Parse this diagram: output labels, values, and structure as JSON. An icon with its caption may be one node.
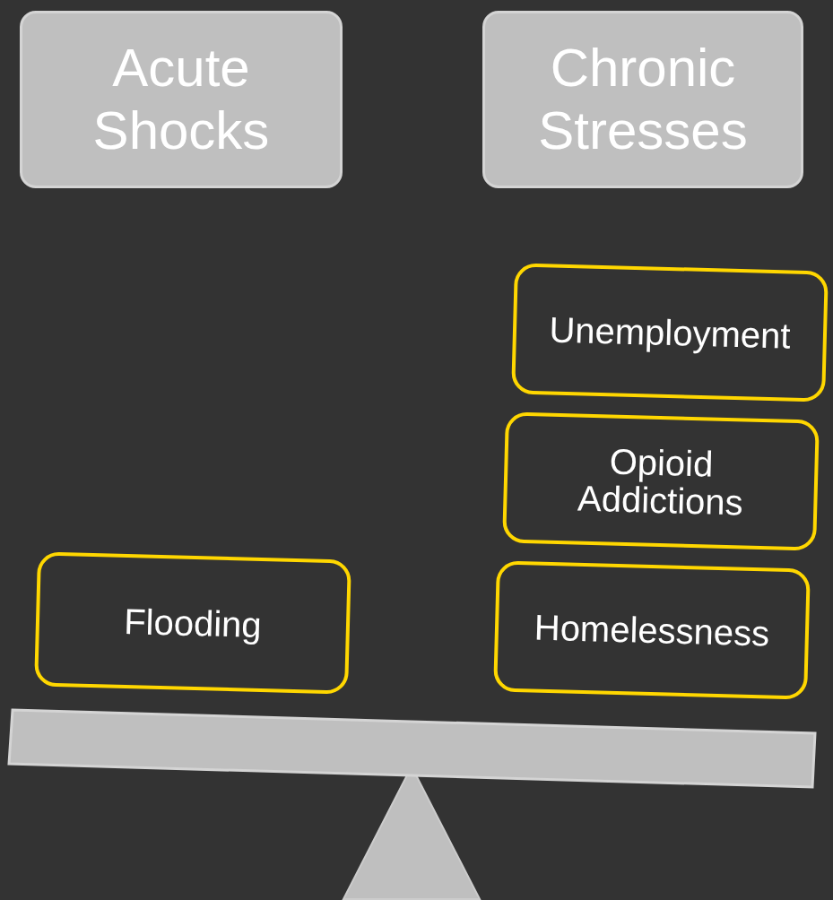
{
  "diagram": {
    "nodes": [
      {
        "text": [
          "Acute Shocks"
        ]
      },
      {
        "text": [
          "Chronic Stresses"
        ]
      },
      {
        "text": [
          "Flooding"
        ]
      },
      {
        "text": [
          "Unemployment"
        ]
      },
      {
        "text": [
          "Opioid Addictions"
        ]
      },
      {
        "text": [
          "Homelessness"
        ]
      }
    ]
  }
}
